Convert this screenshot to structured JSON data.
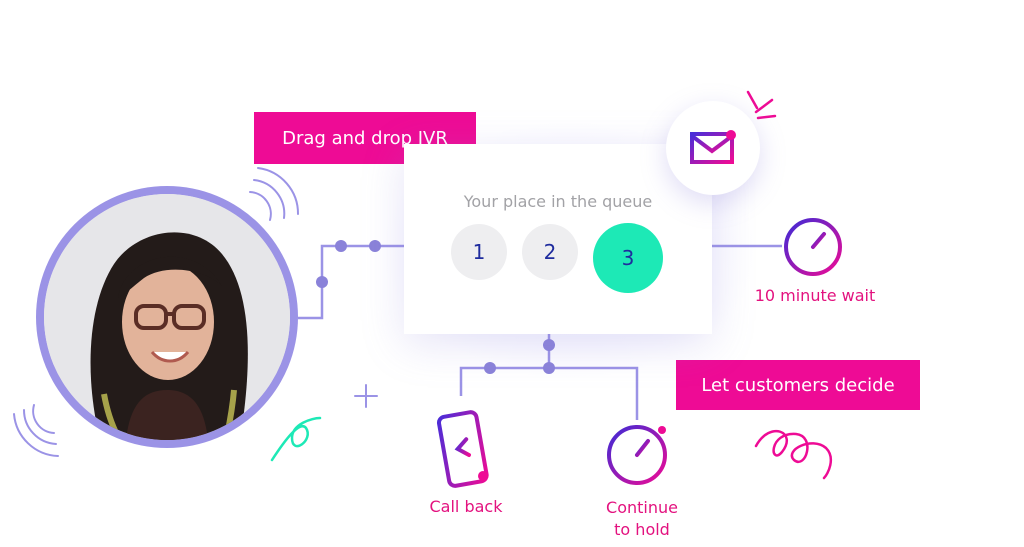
{
  "tags": {
    "ivr": "Drag and drop IVR",
    "decide": "Let customers decide"
  },
  "queue": {
    "title": "Your place in the queue",
    "positions": [
      "1",
      "2",
      "3"
    ],
    "current_index": 2
  },
  "options": {
    "wait": "10 minute wait",
    "call_back": "Call back",
    "hold_line1": "Continue",
    "hold_line2": "to hold"
  },
  "colors": {
    "brand_pink": "#ee0b95",
    "label_pink": "#e3127f",
    "connector_purple": "#9b93e6",
    "node_purple": "#8a82d9",
    "accent_green": "#1de9b6",
    "queue_number": "#1f2c9e",
    "avatar_ring": "#9b93e6"
  },
  "icons": [
    "mail-icon",
    "stopwatch-icon",
    "phone-icon",
    "timer-icon",
    "person-photo"
  ]
}
